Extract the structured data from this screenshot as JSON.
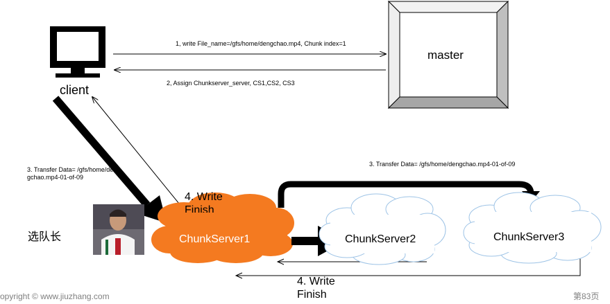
{
  "nodes": {
    "client": "client",
    "master": "master",
    "cs1": "ChunkServer1",
    "cs2": "ChunkServer2",
    "cs3": "ChunkServer3"
  },
  "messages": {
    "m1": "1,  write File_name=/gfs/home/dengchao.mp4, Chunk index=1",
    "m2": "2, Assign Chunkserver_server, CS1,CS2, CS3",
    "m3_left": "3. Transfer Data= /gfs/home/dengchao.mp4-01-of-09",
    "m3_top": "3. Transfer Data= /gfs/home/dengchao.mp4-01-of-09",
    "m4_upper": "4. Write Finish",
    "m4_lower": "4. Write Finish"
  },
  "caption": "选队长",
  "footer": {
    "copyright": "opyright © www.jiuzhang.com",
    "page": "第83页"
  },
  "colors": {
    "cloud_orange": "#f47a20",
    "cloud_white": "#ffffff",
    "cloud_outline": "#9dc3e6",
    "master_fill": "#ffffff"
  }
}
